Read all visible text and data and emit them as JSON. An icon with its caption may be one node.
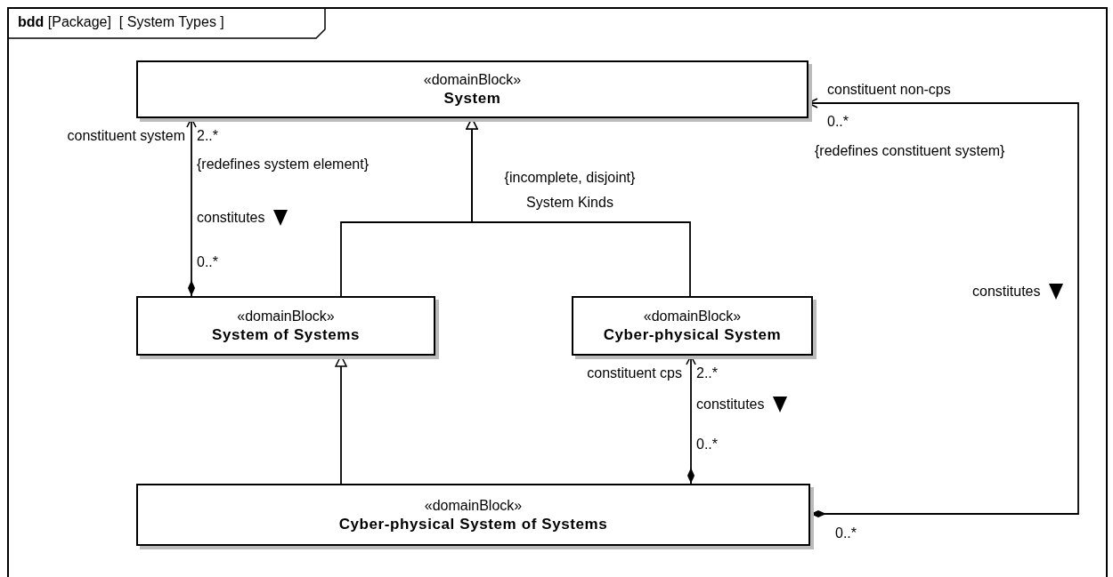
{
  "diagram": {
    "nodes": [
      {
        "text": [
          "**bdd** [Package]  [ System Types ]"
        ]
      },
      {
        "text": [
          "«domainBlock»",
          "System"
        ],
        "in": 0
      },
      {
        "text": [
          "«domainBlock»",
          "System of Systems"
        ],
        "in": 0
      },
      {
        "text": [
          "«domainBlock»",
          "Cyber-physical System"
        ],
        "in": 0
      },
      {
        "text": [
          "«domainBlock»",
          "Cyber-physical System of Systems"
        ],
        "in": 0
      }
    ],
    "edges": [
      {
        "from": 2,
        "to": 1,
        "arrow": "to",
        "label": "constitutes"
      },
      {
        "from": 2,
        "to": 1,
        "arrow": "to"
      },
      {
        "from": 3,
        "to": 1,
        "arrow": "to"
      },
      {
        "from": 4,
        "to": 2,
        "arrow": "to"
      },
      {
        "from": 4,
        "to": 3,
        "arrow": "to",
        "label": "constitutes"
      },
      {
        "from": 4,
        "to": 1,
        "arrow": "to",
        "label": "constitutes"
      }
    ],
    "labels": [
      "constituent system",
      "2..*",
      "{redefines system element}",
      "0..*",
      "{incomplete, disjoint}",
      "System Kinds",
      "constituent non-cps",
      "0..*",
      "{redefines constituent system}",
      "constituent cps",
      "2..*",
      "0..*",
      "0..*"
    ]
  }
}
